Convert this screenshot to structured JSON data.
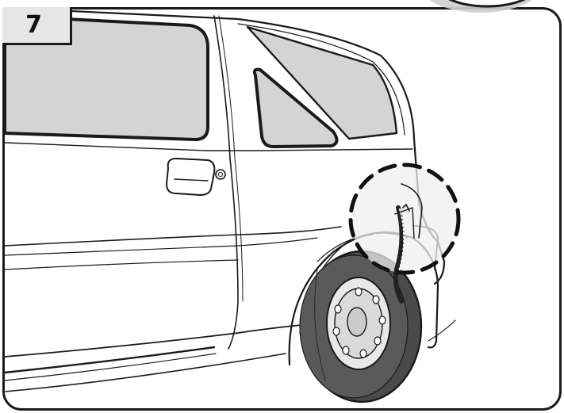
{
  "step": {
    "number": "7"
  },
  "illustration": {
    "subject": "car-rear-wheel-arch",
    "highlight": "dashed-circle-detail"
  },
  "colors": {
    "outline": "#1a1a1a",
    "glass": "#d4d4d4",
    "tire": "#4a4a4a",
    "badge_bg": "#e6e6e6",
    "highlight_fill": "#efefef"
  }
}
